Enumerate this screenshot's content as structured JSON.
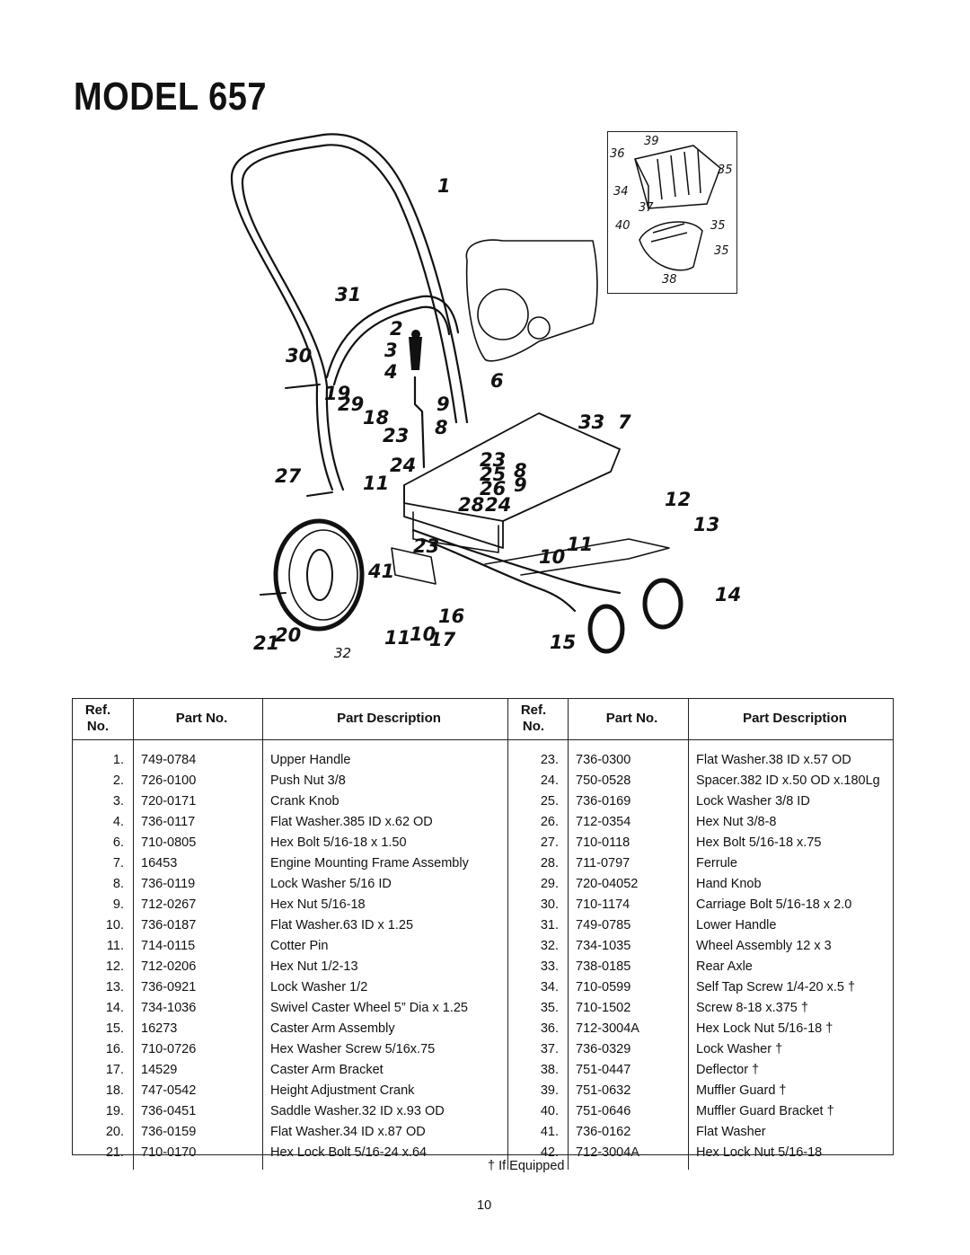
{
  "title": "MODEL 657",
  "diagram": {
    "callouts": [
      "1",
      "31",
      "2",
      "3",
      "4",
      "30",
      "19",
      "29",
      "6",
      "9",
      "18",
      "8",
      "33",
      "7",
      "23",
      "27",
      "24",
      "11",
      "23",
      "25",
      "26",
      "8",
      "9",
      "28",
      "24",
      "12",
      "13",
      "11",
      "10",
      "23",
      "41",
      "14",
      "16",
      "21",
      "20",
      "11",
      "10",
      "17",
      "15",
      "32"
    ],
    "inset_callouts": [
      "39",
      "36",
      "35",
      "34",
      "37",
      "40",
      "35",
      "35",
      "38"
    ]
  },
  "table": {
    "headers": {
      "ref": "Ref.\nNo.",
      "part": "Part No.",
      "desc": "Part Description"
    },
    "left": [
      {
        "ref": "1.",
        "part": "749-0784",
        "desc": "Upper Handle"
      },
      {
        "ref": "2.",
        "part": "726-0100",
        "desc": "Push Nut 3/8"
      },
      {
        "ref": "3.",
        "part": "720-0171",
        "desc": "Crank Knob"
      },
      {
        "ref": "4.",
        "part": "736-0117",
        "desc": "Flat Washer.385 ID x.62 OD"
      },
      {
        "ref": "6.",
        "part": "710-0805",
        "desc": "Hex Bolt 5/16-18 x 1.50"
      },
      {
        "ref": "7.",
        "part": "16453",
        "desc": "Engine Mounting Frame Assembly"
      },
      {
        "ref": "8.",
        "part": "736-0119",
        "desc": "Lock Washer 5/16 ID"
      },
      {
        "ref": "9.",
        "part": "712-0267",
        "desc": "Hex Nut 5/16-18"
      },
      {
        "ref": "10.",
        "part": "736-0187",
        "desc": "Flat Washer.63 ID x 1.25"
      },
      {
        "ref": "11.",
        "part": "714-0115",
        "desc": "Cotter Pin"
      },
      {
        "ref": "12.",
        "part": "712-0206",
        "desc": "Hex Nut 1/2-13"
      },
      {
        "ref": "13.",
        "part": "736-0921",
        "desc": "Lock Washer 1/2"
      },
      {
        "ref": "14.",
        "part": "734-1036",
        "desc": "Swivel Caster Wheel 5” Dia x 1.25"
      },
      {
        "ref": "15.",
        "part": "16273",
        "desc": "Caster Arm Assembly"
      },
      {
        "ref": "16.",
        "part": "710-0726",
        "desc": "Hex Washer Screw 5/16x.75"
      },
      {
        "ref": "17.",
        "part": "14529",
        "desc": "Caster Arm Bracket"
      },
      {
        "ref": "18.",
        "part": "747-0542",
        "desc": "Height Adjustment Crank"
      },
      {
        "ref": "19.",
        "part": "736-0451",
        "desc": "Saddle Washer.32 ID x.93 OD"
      },
      {
        "ref": "20.",
        "part": "736-0159",
        "desc": "Flat Washer.34 ID x.87 OD"
      },
      {
        "ref": "21.",
        "part": "710-0170",
        "desc": "Hex Lock Bolt 5/16-24 x.64"
      }
    ],
    "right": [
      {
        "ref": "23.",
        "part": "736-0300",
        "desc": "Flat Washer.38 ID x.57 OD"
      },
      {
        "ref": "24.",
        "part": "750-0528",
        "desc": "Spacer.382 ID x.50 OD x.180Lg"
      },
      {
        "ref": "25.",
        "part": "736-0169",
        "desc": "Lock Washer 3/8 ID"
      },
      {
        "ref": "26.",
        "part": "712-0354",
        "desc": "Hex Nut 3/8-8"
      },
      {
        "ref": "27.",
        "part": "710-0118",
        "desc": "Hex Bolt 5/16-18 x.75"
      },
      {
        "ref": "28.",
        "part": "711-0797",
        "desc": "Ferrule"
      },
      {
        "ref": "29.",
        "part": "720-04052",
        "desc": "Hand Knob"
      },
      {
        "ref": "30.",
        "part": "710-1174",
        "desc": "Carriage Bolt 5/16-18 x 2.0"
      },
      {
        "ref": "31.",
        "part": "749-0785",
        "desc": "Lower Handle"
      },
      {
        "ref": "32.",
        "part": "734-1035",
        "desc": "Wheel Assembly 12 x 3"
      },
      {
        "ref": "33.",
        "part": "738-0185",
        "desc": "Rear Axle"
      },
      {
        "ref": "34.",
        "part": "710-0599",
        "desc": "Self Tap Screw 1/4-20 x.5 †"
      },
      {
        "ref": "35.",
        "part": "710-1502",
        "desc": "Screw 8-18 x.375 †"
      },
      {
        "ref": "36.",
        "part": "712-3004A",
        "desc": "Hex Lock Nut 5/16-18 †"
      },
      {
        "ref": "37.",
        "part": "736-0329",
        "desc": "Lock Washer †"
      },
      {
        "ref": "38.",
        "part": "751-0447",
        "desc": "Deflector †"
      },
      {
        "ref": "39.",
        "part": "751-0632",
        "desc": "Muffler Guard †"
      },
      {
        "ref": "40.",
        "part": "751-0646",
        "desc": "Muffler Guard Bracket †"
      },
      {
        "ref": "41.",
        "part": "736-0162",
        "desc": "Flat Washer"
      },
      {
        "ref": "42.",
        "part": "712-3004A",
        "desc": "Hex Lock Nut 5/16-18"
      }
    ]
  },
  "footnote": "† If Equipped",
  "page_number": "10"
}
